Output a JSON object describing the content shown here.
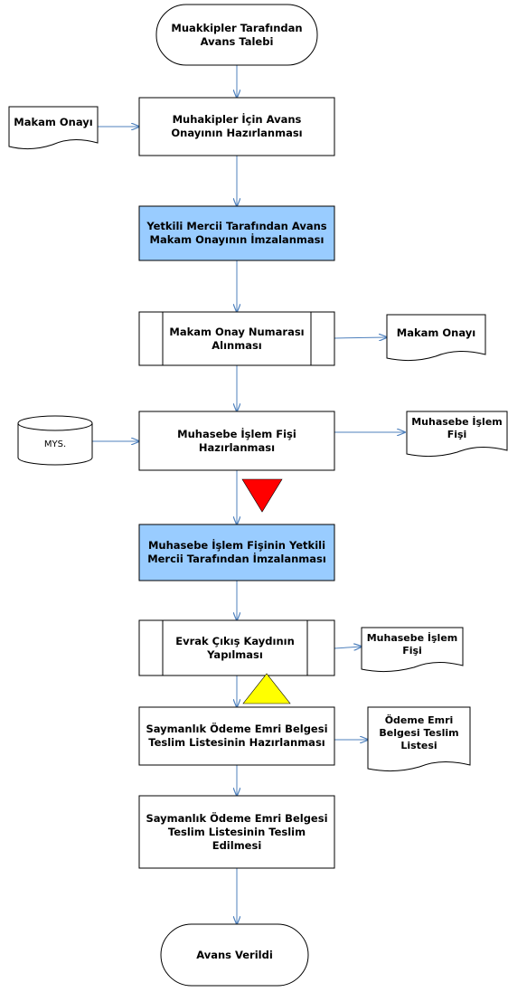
{
  "colors": {
    "arrow": "#4f81bd",
    "shape_stroke": "#000000",
    "highlight_fill": "#99ccff",
    "red_marker": "#ff0000",
    "yellow_marker": "#ffff00"
  },
  "steps": {
    "start": "Muakkipler Tarafından\nAvans Talebi",
    "prepare_approval": "Muhakipler İçin  Avans\nOnayının Hazırlanması",
    "sign_approval": "Yetkili Mercii Tarafından  Avans\nMakam Onayının İmzalanması",
    "approval_number": "Makam Onay Numarası\nAlınması",
    "prepare_voucher": "Muhasebe İşlem Fişi\nHazırlanması",
    "sign_voucher": "Muhasebe İşlem Fişinin Yetkili\nMercii Tarafından İmzalanması",
    "outgoing_record": "Evrak Çıkış Kaydının\nYapılması",
    "prepare_delivery_list": "Saymanlık Ödeme Emri Belgesi\nTeslim Listesinin  Hazırlanması",
    "deliver_list": "Saymanlık Ödeme Emri Belgesi\nTeslim Listesinin Teslim\nEdilmesi",
    "end": "Avans Verildi"
  },
  "documents": {
    "makam_onayi_input": "Makam Onayı",
    "makam_onayi_output": "Makam Onayı",
    "voucher_output_1": "Muhasebe İşlem\nFişi",
    "voucher_output_2": "Muhasebe İşlem\nFişi",
    "delivery_list_output": "Ödeme Emri\nBelgesi Teslim\nListesi"
  },
  "database": {
    "label": "MYS."
  }
}
